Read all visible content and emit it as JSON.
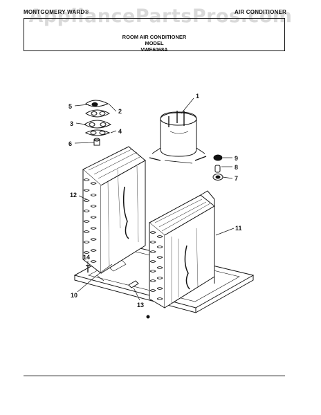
{
  "header": {
    "brand": "MONTGOMERY WARD®",
    "product_type": "AIR CONDITIONER",
    "watermark": "AppliancePartsPros.com"
  },
  "title_box": {
    "line1": "ROOM AIR CONDITIONER",
    "line2": "MODEL",
    "line3": "VWE6068A"
  },
  "callouts": [
    "1",
    "2",
    "3",
    "4",
    "5",
    "6",
    "7",
    "8",
    "9",
    "10",
    "11",
    "12",
    "13",
    "14"
  ]
}
